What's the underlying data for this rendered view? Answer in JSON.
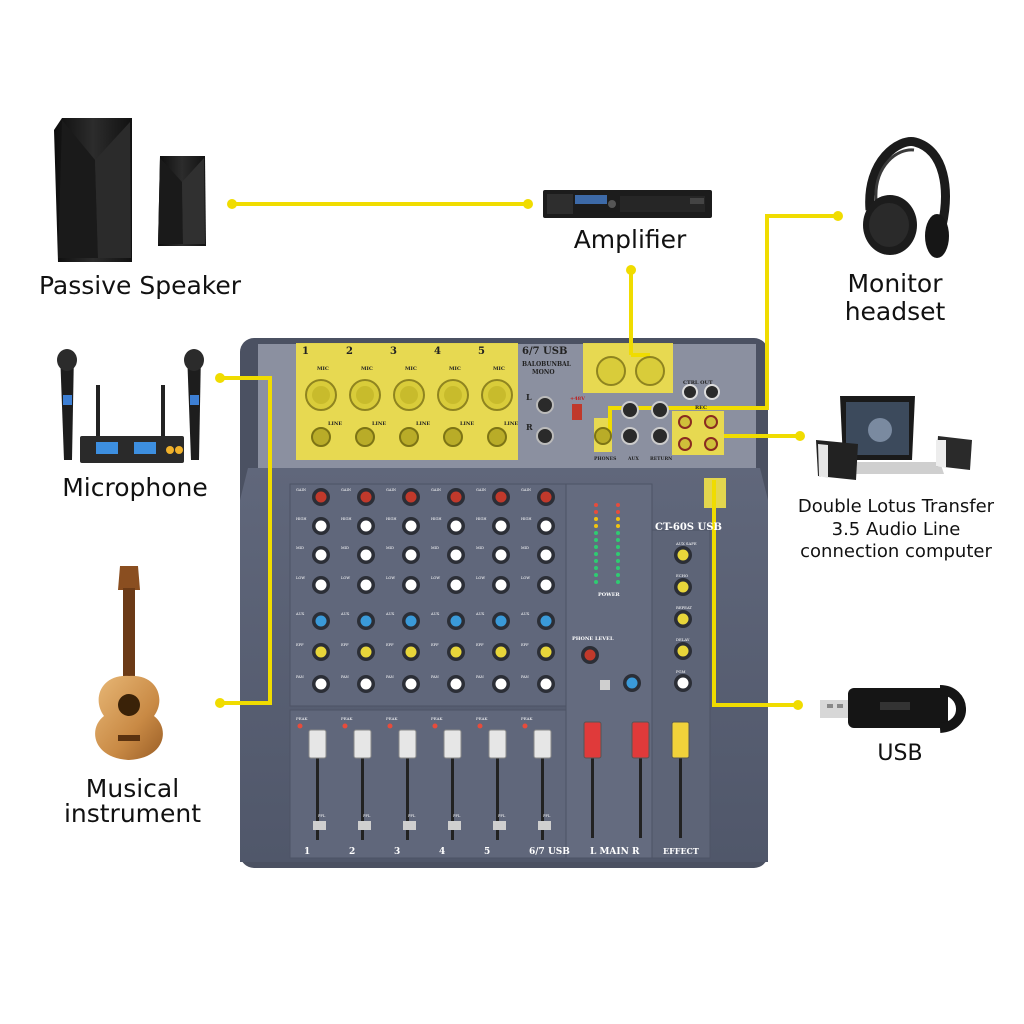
{
  "labels": {
    "passive_speaker": "Passive Speaker",
    "amplifier": "Amplifier",
    "monitor_headset_line1": "Monitor",
    "monitor_headset_line2": "headset",
    "microphone": "Microphone",
    "computer_line1": "Double Lotus Transfer",
    "computer_line2": "3.5 Audio Line",
    "computer_line3": "connection  computer",
    "usb": "USB",
    "instrument_line1": "Musical",
    "instrument_line2": "instrument"
  },
  "mixer": {
    "model": "CT-60S USB",
    "input_channels": [
      "1",
      "2",
      "3",
      "4",
      "5"
    ],
    "usb_channel_header": "6/7 USB",
    "usb_channel_sub1": "BALOBUNBAL",
    "usb_channel_sub2": "MONO",
    "jack_mic": "MIC",
    "jack_line": "LINE",
    "lr_l": "L",
    "lr_r": "R",
    "phantom": "+48V",
    "ctrl_out": "CTRL OUT",
    "rec": "REC",
    "phones": "PHONES",
    "aux": "AUX",
    "return": "RETURN",
    "knob_labels": [
      "GAIN",
      "HIGH",
      "MID",
      "LOW",
      "AUX",
      "EFF",
      "PAN"
    ],
    "peak": "PEAK",
    "pfl": "PFL",
    "phone_level": "PHONE LEVEL",
    "power": "POWER",
    "effect_knobs": [
      "AUX SAFE",
      "ECHO",
      "REPEAT",
      "DELAY",
      "PGM"
    ],
    "bottom_channels": [
      "1",
      "2",
      "3",
      "4",
      "5",
      "6/7 USB"
    ],
    "main": "L    MAIN    R",
    "effect": "EFFECT"
  },
  "colors": {
    "connector_line": "#f0dc00",
    "highlight": "#f1e14a",
    "mixer_body": "#575e72",
    "mixer_panel": "#656c80"
  }
}
